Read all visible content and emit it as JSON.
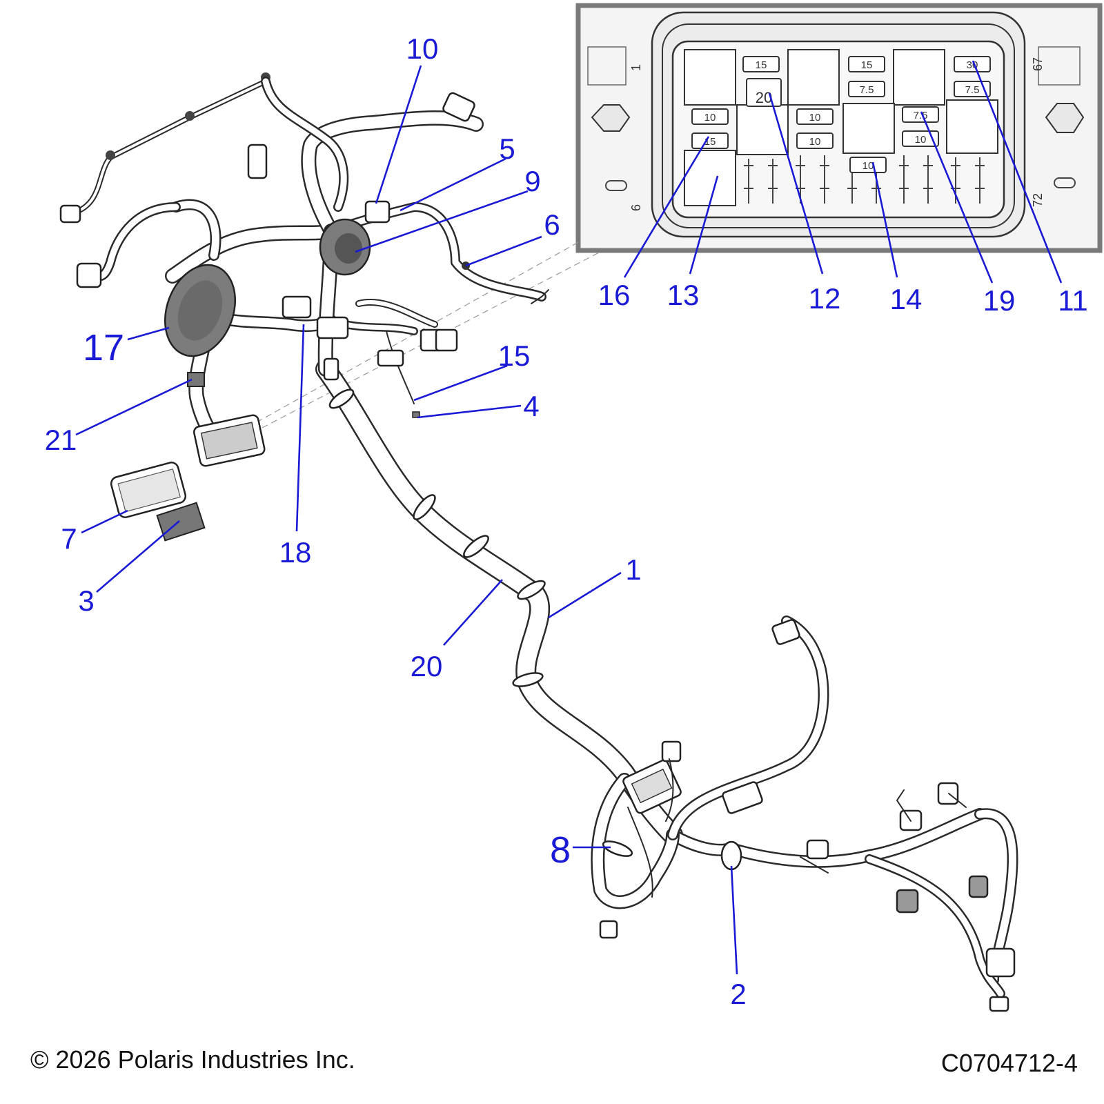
{
  "callouts": [
    {
      "num": "1"
    },
    {
      "num": "2"
    },
    {
      "num": "3"
    },
    {
      "num": "4"
    },
    {
      "num": "5"
    },
    {
      "num": "6"
    },
    {
      "num": "7"
    },
    {
      "num": "8"
    },
    {
      "num": "9"
    },
    {
      "num": "10"
    },
    {
      "num": "11"
    },
    {
      "num": "12"
    },
    {
      "num": "13"
    },
    {
      "num": "14"
    },
    {
      "num": "15"
    },
    {
      "num": "16"
    },
    {
      "num": "17"
    },
    {
      "num": "18"
    },
    {
      "num": "19"
    },
    {
      "num": "20"
    },
    {
      "num": "21"
    }
  ],
  "fuse_box": {
    "fuses": [
      "15",
      "20",
      "15",
      "7.5",
      "30",
      "7.5",
      "10",
      "15",
      "10",
      "10",
      "7.5",
      "10",
      "10"
    ],
    "side_markings": [
      "1",
      "6",
      "67",
      "72"
    ]
  },
  "footer": {
    "copyright": "© 2026 Polaris Industries Inc.",
    "part_code": "C0704712-4"
  },
  "colors": {
    "callout": "#1a1ad6",
    "line_art": "#2a2a2a",
    "inset_frame": "#7a7a7a"
  }
}
